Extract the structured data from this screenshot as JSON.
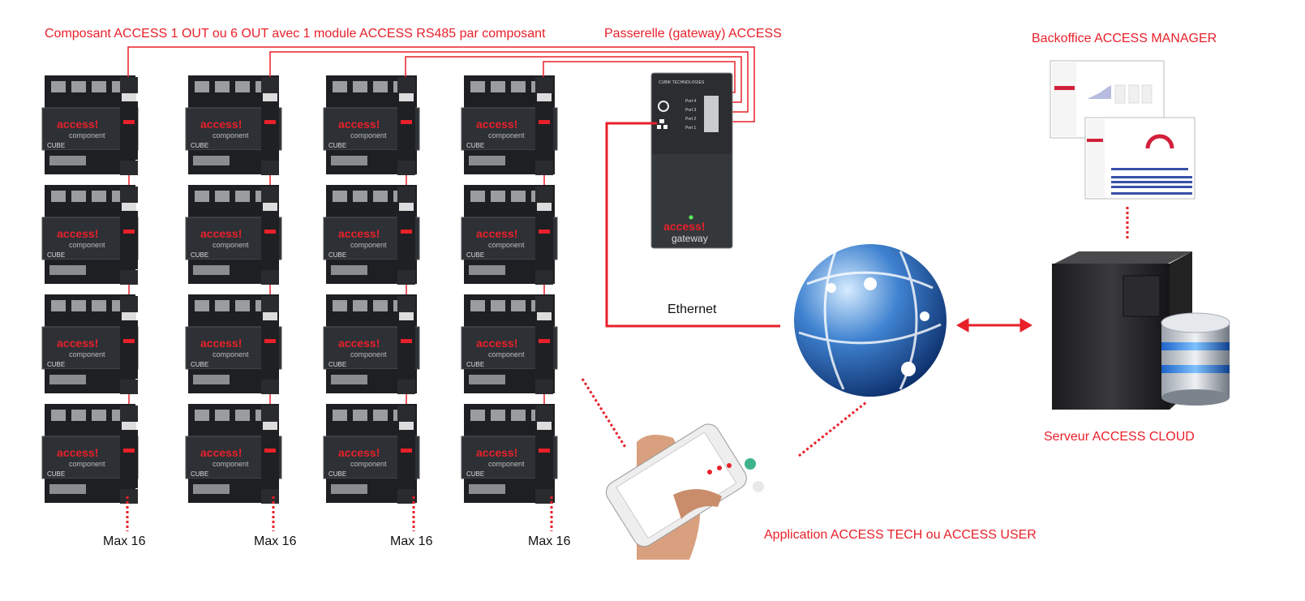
{
  "labels": {
    "component": "Composant ACCESS 1 OUT ou 6 OUT avec 1 module ACCESS RS485 par composant",
    "gateway": "Passerelle (gateway) ACCESS",
    "backoffice": "Backoffice ACCESS MANAGER",
    "ethernet": "Ethernet",
    "server": "Serveur ACCESS CLOUD",
    "app": "Application ACCESS TECH ou ACCESS USER"
  },
  "columns": [
    {
      "max": "Max 16"
    },
    {
      "max": "Max 16"
    },
    {
      "max": "Max 16"
    },
    {
      "max": "Max 16"
    }
  ],
  "gateway_device": {
    "brand": "CUBIK TECHNOLOGIES",
    "ports": [
      "Port 4",
      "Port 3",
      "Port 2",
      "Port 1"
    ],
    "logo_top": "access!",
    "logo_bottom": "gateway"
  },
  "component_device": {
    "logo_top": "access!",
    "logo_bottom": "component",
    "brand": "CUBE"
  },
  "colors": {
    "accent": "#e8202a",
    "device": "#2a2d31",
    "globe": "#3a78c9"
  }
}
